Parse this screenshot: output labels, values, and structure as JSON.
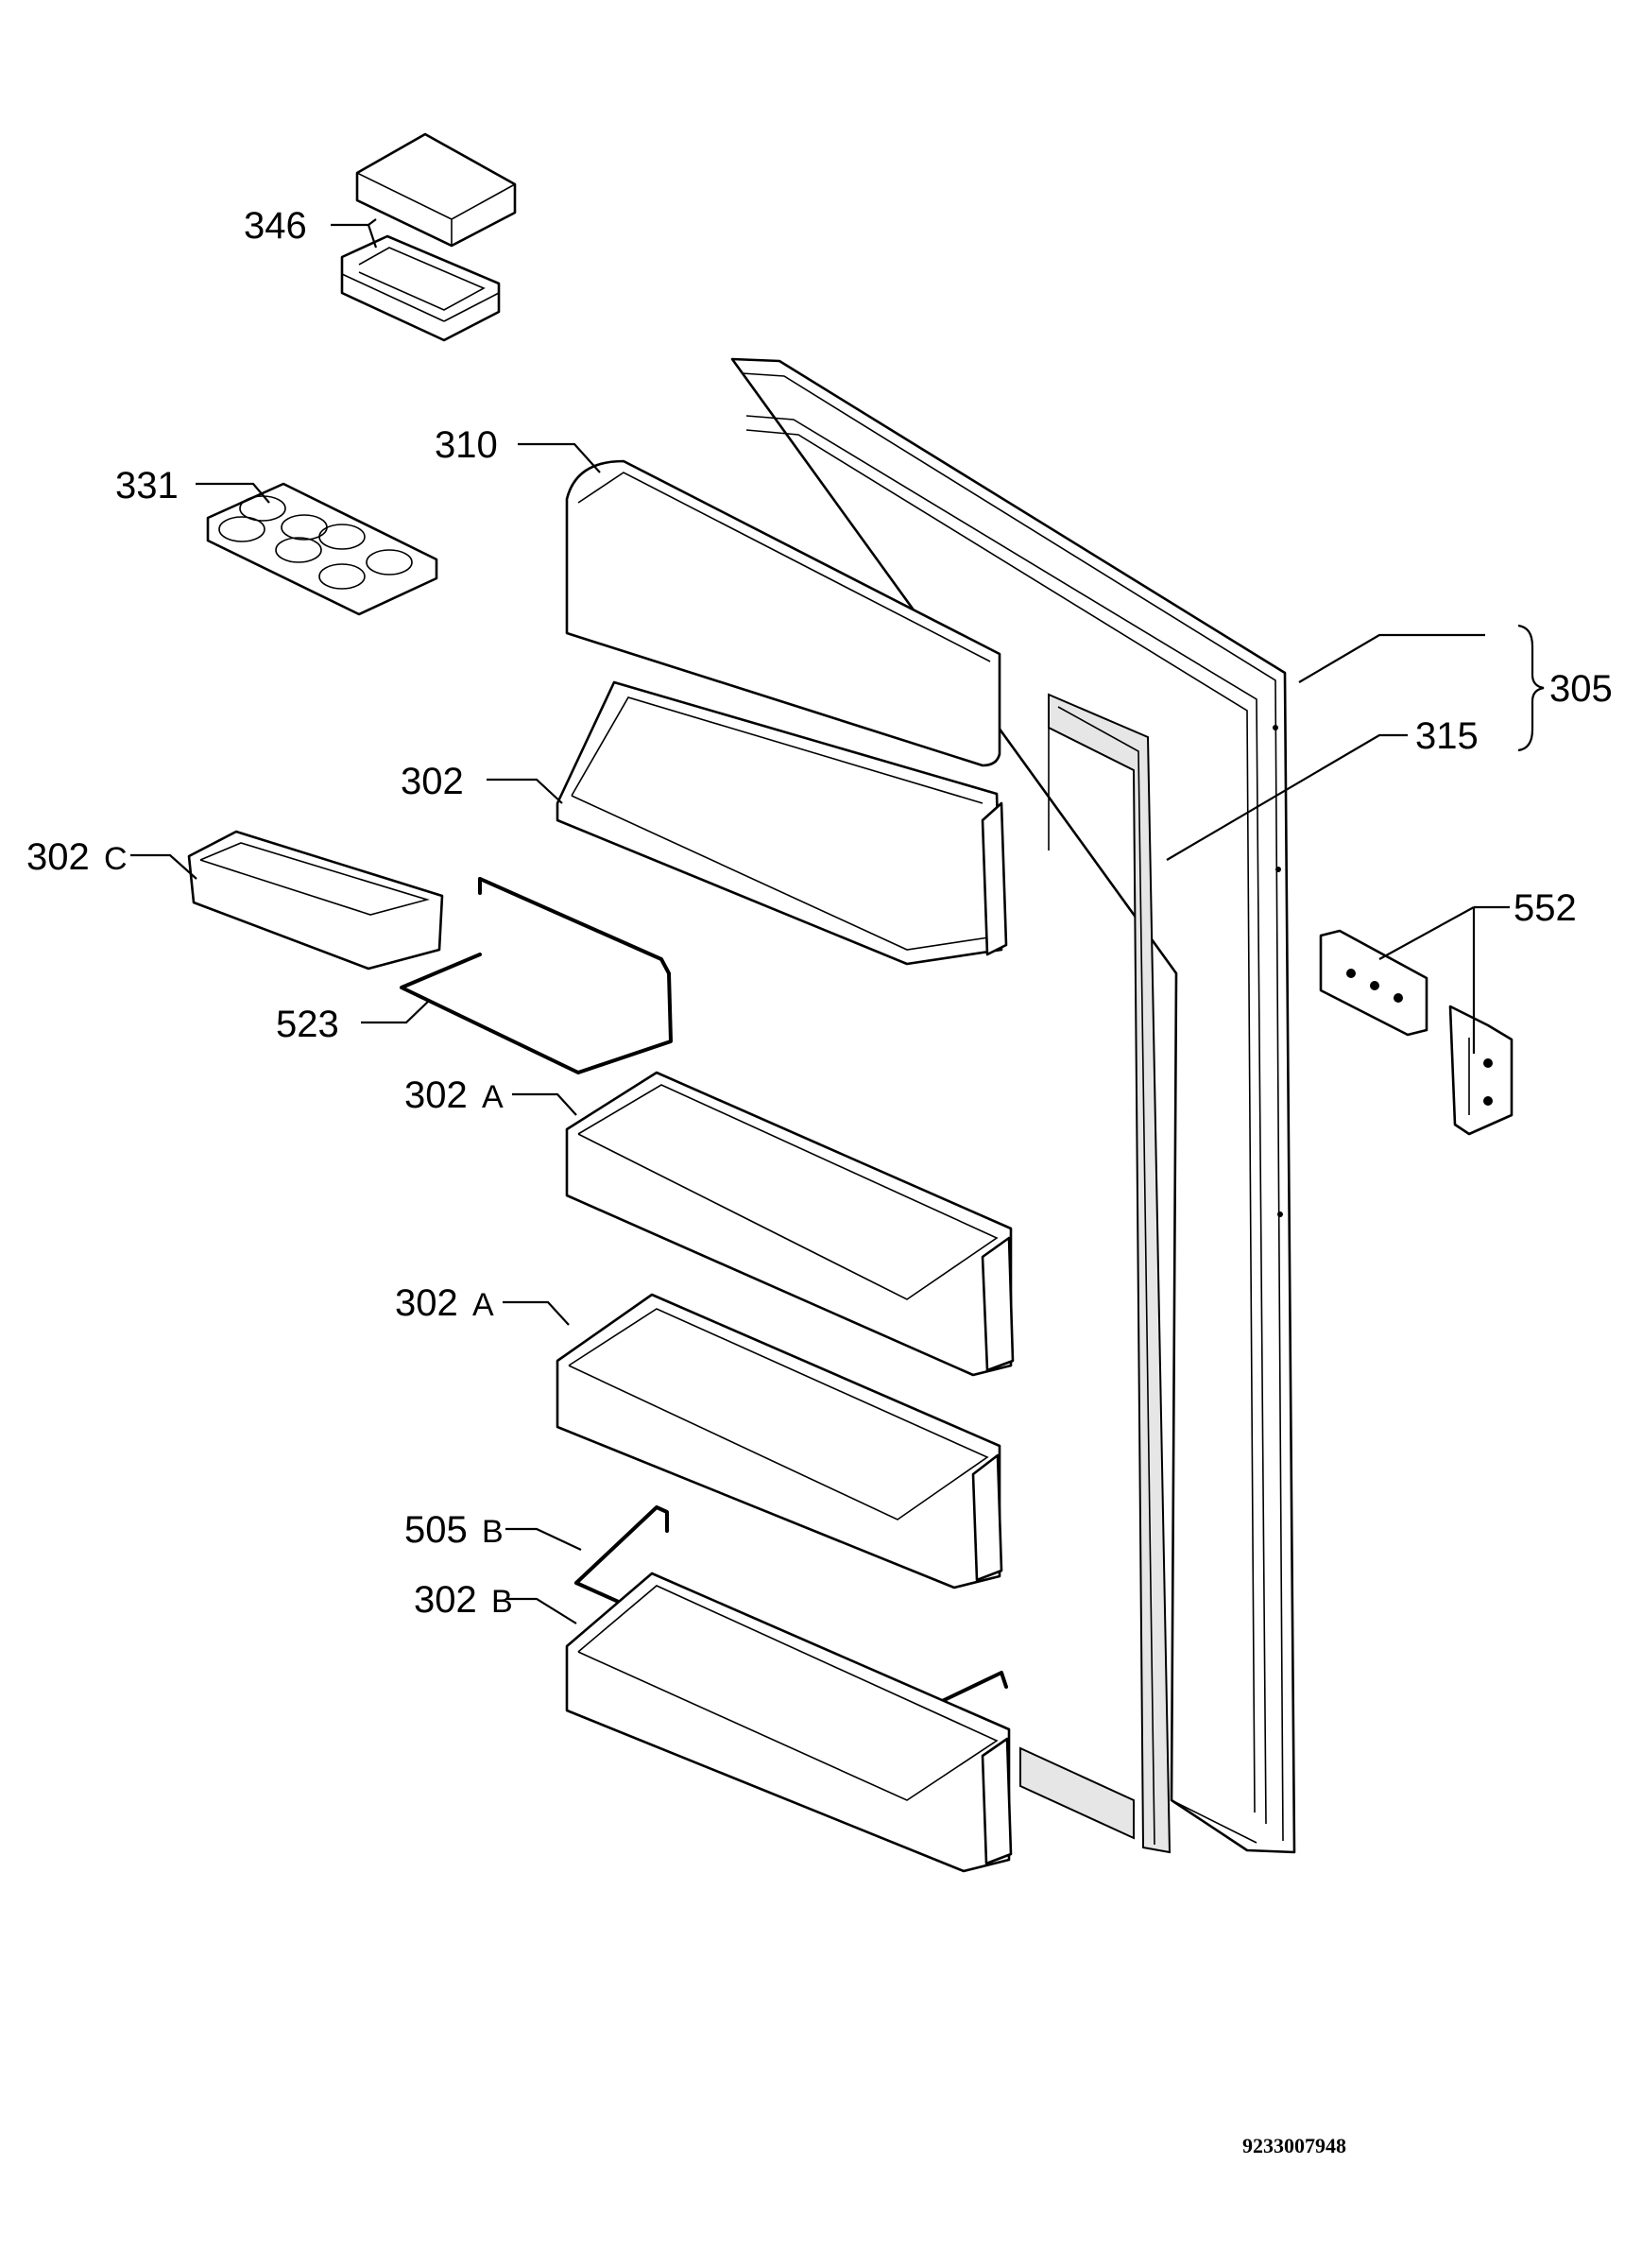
{
  "document_number": "9233007948",
  "callouts": {
    "c346": "346",
    "c331": "331",
    "c310": "310",
    "c302": "302",
    "c302c": "302",
    "c302c_suffix": "C",
    "c523": "523",
    "c302a1": "302",
    "c302a1_suffix": "A",
    "c302a2": "302",
    "c302a2_suffix": "A",
    "c505b": "505",
    "c505b_suffix": "B",
    "c302b": "302",
    "c302b_suffix": "B",
    "c305": "305",
    "c315": "315",
    "c552": "552"
  }
}
